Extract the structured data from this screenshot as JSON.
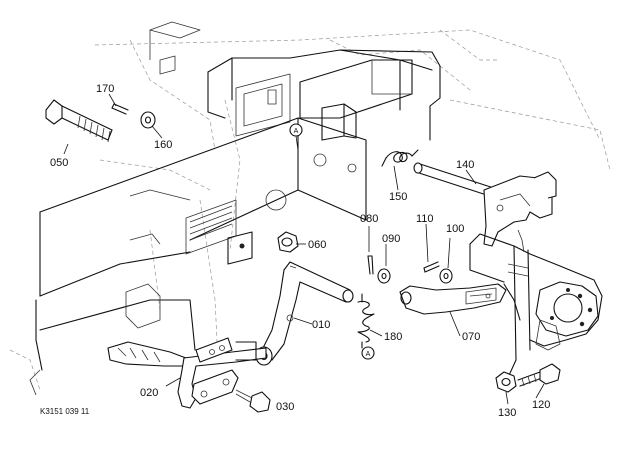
{
  "diagram": {
    "drawing_code": "K3151 039 11",
    "circle_marker_letter": "A",
    "part_labels": {
      "p170": "170",
      "p160": "160",
      "p050": "050",
      "p140": "140",
      "p150": "150",
      "p080": "080",
      "p090": "090",
      "p110": "110",
      "p100": "100",
      "p060": "060",
      "p010": "010",
      "p180": "180",
      "p070": "070",
      "p020": "020",
      "p030": "030",
      "p130": "130",
      "p120": "120"
    }
  }
}
